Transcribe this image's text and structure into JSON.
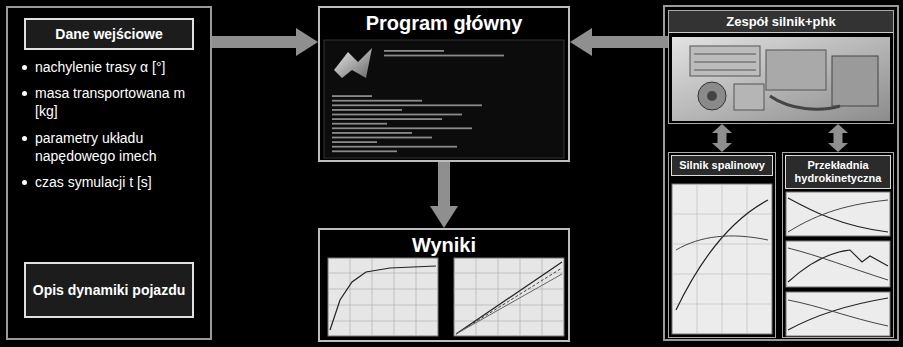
{
  "diagram": {
    "nodes": [
      {
        "text": [
          "nachylenie trasy α [°]",
          "masa transportowana m [kg]",
          "parametry układu napędowego imech",
          "czas symulacji t [s]"
        ]
      },
      {
        "text": [
          "Dane wejściowe"
        ],
        "in": 0
      },
      {
        "text": [
          "Opis dynamiki pojazdu"
        ],
        "in": 0
      },
      {
        "text": [
          "Program główny"
        ]
      },
      {
        "text": [
          "Wyniki"
        ]
      },
      {
        "text": [
          "Zespół silnik+phk"
        ]
      },
      {
        "text": [
          "Silnik spalinowy"
        ]
      },
      {
        "text": [
          "Przekładnia hydrokinetyczna"
        ]
      }
    ],
    "edges": [
      {
        "from": 0,
        "to": 3,
        "arrow": "to"
      },
      {
        "from": 5,
        "to": 3,
        "arrow": "to"
      },
      {
        "from": 3,
        "to": 4,
        "arrow": "to"
      },
      {
        "from": 5,
        "to": 6,
        "arrow": "both"
      },
      {
        "from": 5,
        "to": 7,
        "arrow": "both"
      }
    ]
  }
}
